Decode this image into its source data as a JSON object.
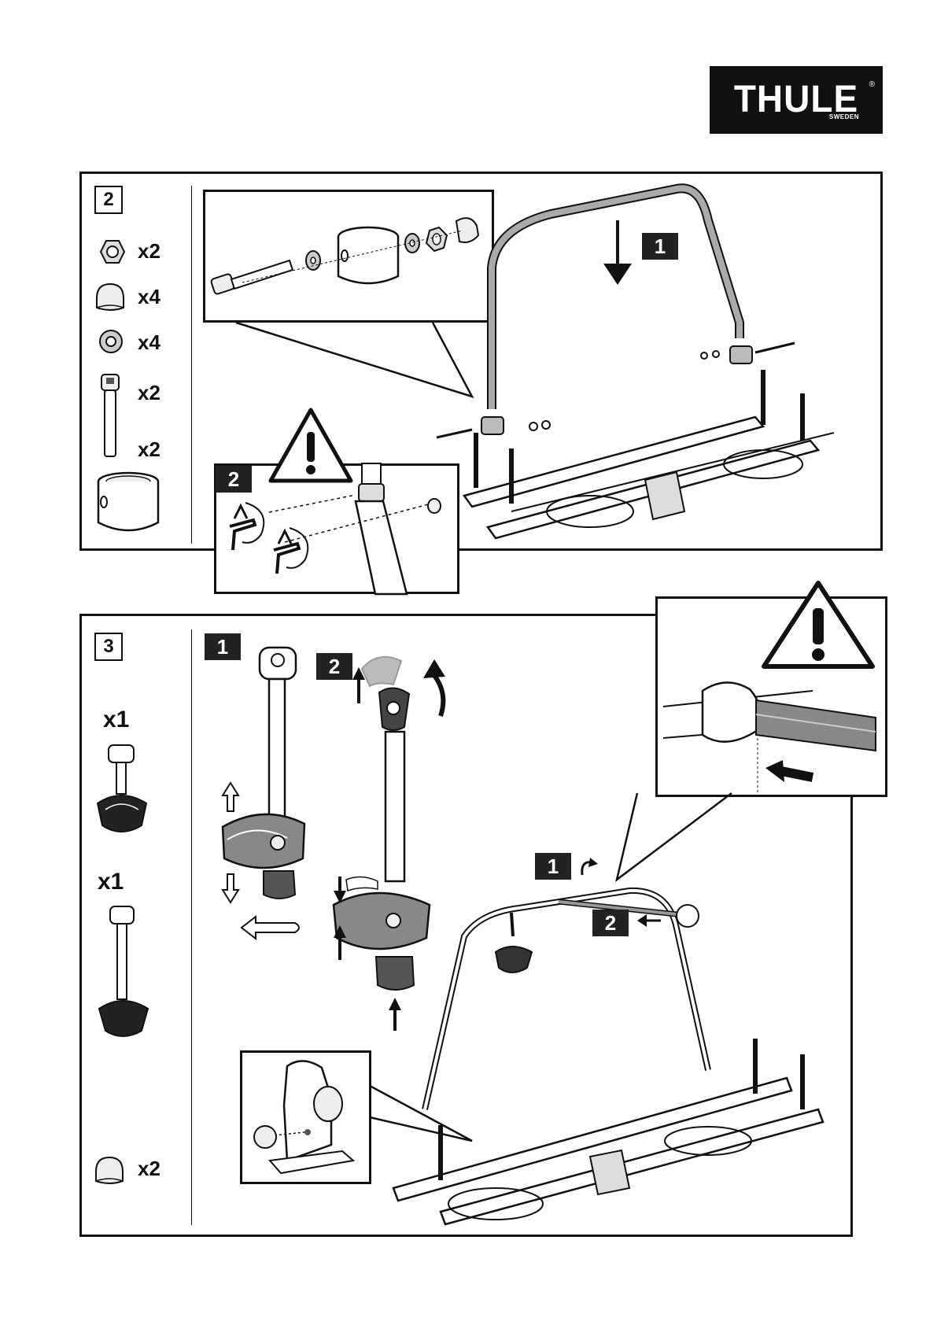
{
  "logo": {
    "wordmark": "THULE",
    "sub": "SWEDEN",
    "reg": "®"
  },
  "step2": {
    "number": "2",
    "parts": [
      {
        "icon": "nut-icon",
        "qty": "x2"
      },
      {
        "icon": "cap-nut-icon",
        "qty": "x4"
      },
      {
        "icon": "washer-icon",
        "qty": "x4"
      },
      {
        "icon": "bolt-icon",
        "qty": "x2"
      },
      {
        "icon": "spacer-sleeve-icon",
        "qty": "x2"
      }
    ],
    "badges": {
      "lower": "1",
      "tighten": "2"
    }
  },
  "step3": {
    "number": "3",
    "parts": [
      {
        "icon": "bike-holder-short-icon",
        "qty": "x1"
      },
      {
        "icon": "bike-holder-long-icon",
        "qty": "x1"
      },
      {
        "icon": "end-cap-icon",
        "qty": "x2"
      }
    ],
    "badges": {
      "holder_open": "1",
      "holder_clamp": "2",
      "insert": "1",
      "push": "2"
    }
  },
  "colors": {
    "ink": "#111111",
    "badge_bg": "#222222",
    "grey_part": "#9a9a9a"
  }
}
